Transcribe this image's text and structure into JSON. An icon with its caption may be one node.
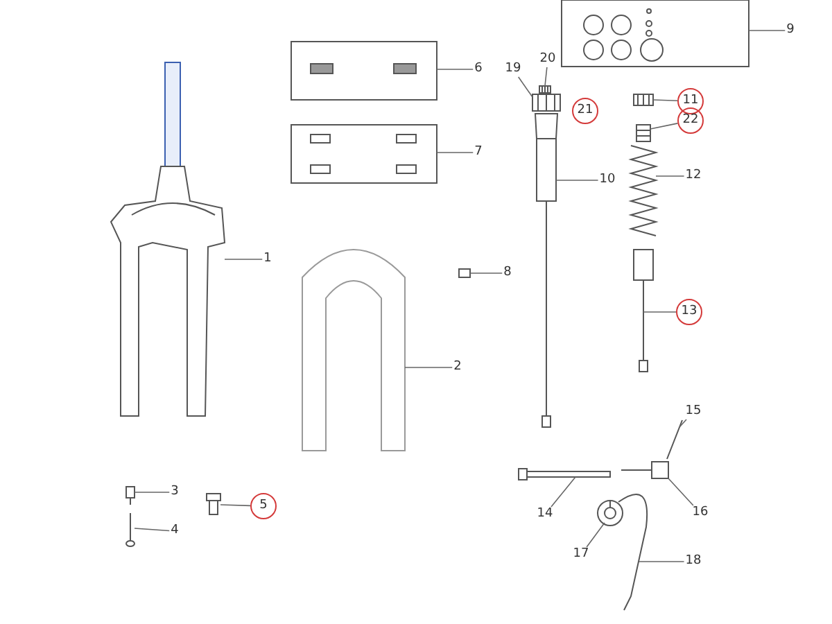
{
  "diagram": {
    "nodes": [
      {
        "text": [
          "1"
        ]
      },
      {
        "text": [
          "2"
        ]
      },
      {
        "text": [
          "3"
        ]
      },
      {
        "text": [
          "4"
        ]
      },
      {
        "text": [
          "5"
        ]
      },
      {
        "text": [
          "6"
        ]
      },
      {
        "text": [
          "7"
        ]
      },
      {
        "text": [
          "8"
        ]
      },
      {
        "text": [
          "9"
        ]
      },
      {
        "text": [
          "10"
        ]
      },
      {
        "text": [
          "11"
        ]
      },
      {
        "text": [
          "12"
        ]
      },
      {
        "text": [
          "13"
        ]
      },
      {
        "text": [
          "14"
        ]
      },
      {
        "text": [
          "15"
        ]
      },
      {
        "text": [
          "16"
        ]
      },
      {
        "text": [
          "17"
        ]
      },
      {
        "text": [
          "18"
        ]
      },
      {
        "text": [
          "19"
        ]
      },
      {
        "text": [
          "20"
        ]
      },
      {
        "text": [
          "21"
        ]
      },
      {
        "text": [
          "22"
        ]
      },
      {
        "text": [],
        "shape": "picture"
      },
      {
        "text": [],
        "shape": "picture"
      },
      {
        "text": [],
        "shape": "picture"
      },
      {
        "text": [],
        "shape": "picture"
      },
      {
        "text": [],
        "shape": "picture"
      },
      {
        "text": [],
        "shape": "picture"
      },
      {
        "text": [],
        "shape": "picture"
      },
      {
        "text": [],
        "shape": "picture"
      },
      {
        "text": [],
        "shape": "picture"
      },
      {
        "text": [],
        "shape": "picture"
      },
      {
        "text": [],
        "shape": "picture"
      },
      {
        "text": [],
        "shape": "picture"
      },
      {
        "text": [],
        "shape": "picture"
      },
      {
        "text": [],
        "shape": "picture"
      },
      {
        "text": [],
        "shape": "picture"
      },
      {
        "text": [],
        "shape": "picture"
      },
      {
        "text": [],
        "shape": "picture"
      },
      {
        "text": [],
        "shape": "picture"
      },
      {
        "text": [],
        "shape": "picture"
      },
      {
        "text": [],
        "shape": "picture"
      },
      {
        "text": [],
        "shape": "picture"
      }
    ],
    "edges": [
      {
        "from": 0,
        "to": 22,
        "arrow": "none"
      },
      {
        "from": 1,
        "to": 23,
        "arrow": "none"
      },
      {
        "from": 2,
        "to": 24,
        "arrow": "none"
      },
      {
        "from": 3,
        "to": 25,
        "arrow": "none"
      },
      {
        "from": 4,
        "to": 26,
        "arrow": "none"
      },
      {
        "from": 5,
        "to": 27,
        "arrow": "none"
      },
      {
        "from": 6,
        "to": 28,
        "arrow": "none"
      },
      {
        "from": 7,
        "to": 29,
        "arrow": "none"
      },
      {
        "from": 8,
        "to": 30,
        "arrow": "none"
      },
      {
        "from": 9,
        "to": 31,
        "arrow": "none"
      },
      {
        "from": 10,
        "to": 32,
        "arrow": "none"
      },
      {
        "from": 11,
        "to": 33,
        "arrow": "none"
      },
      {
        "from": 12,
        "to": 34,
        "arrow": "none"
      },
      {
        "from": 13,
        "to": 35,
        "arrow": "none"
      },
      {
        "from": 14,
        "to": 36,
        "arrow": "none"
      },
      {
        "from": 15,
        "to": 37,
        "arrow": "none"
      },
      {
        "from": 16,
        "to": 38,
        "arrow": "none"
      },
      {
        "from": 17,
        "to": 39,
        "arrow": "none"
      },
      {
        "from": 18,
        "to": 40,
        "arrow": "none"
      },
      {
        "from": 19,
        "to": 41,
        "arrow": "none"
      },
      {
        "from": 21,
        "to": 42,
        "arrow": "none"
      }
    ]
  }
}
